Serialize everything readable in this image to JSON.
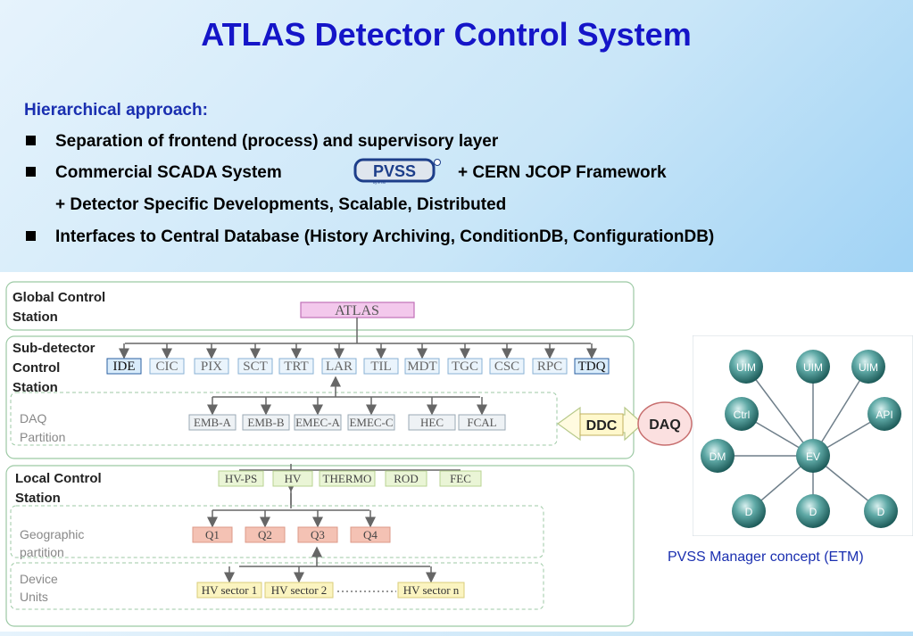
{
  "title": "ATLAS Detector Control System",
  "approach": "Hierarchical approach:",
  "bullets": {
    "b1": "Separation of frontend (process) and supervisory layer",
    "b2a": "Commercial SCADA System",
    "b2b": "+ CERN JCOP Framework",
    "b2c": "+ Detector Specific Developments, Scalable, Distributed",
    "b3": "Interfaces to Central Database (History Archiving, ConditionDB, ConfigurationDB)"
  },
  "pvss_logo": {
    "text": "PVSS",
    "sub": "by ETM"
  },
  "diagram": {
    "levels": {
      "global": [
        "Global Control",
        "Station"
      ],
      "sub": [
        "Sub-detector",
        "Control",
        "Station"
      ],
      "daq": [
        "DAQ",
        "Partition"
      ],
      "local": [
        "Local Control",
        "Station"
      ],
      "geo": [
        "Geographic",
        "partition"
      ],
      "device": [
        "Device",
        "Units"
      ]
    },
    "atlas": "ATLAS",
    "subdetectors": [
      "IDE",
      "CIC",
      "PIX",
      "SCT",
      "TRT",
      "LAR",
      "TIL",
      "MDT",
      "TGC",
      "CSC",
      "RPC",
      "TDQ"
    ],
    "partitions": [
      "EMB-A",
      "EMB-B",
      "EMEC-A",
      "EMEC-C",
      "HEC",
      "FCAL"
    ],
    "local_nodes": [
      "HV-PS",
      "HV",
      "THERMO",
      "ROD",
      "FEC"
    ],
    "quadrants": [
      "Q1",
      "Q2",
      "Q3",
      "Q4"
    ],
    "sectors": [
      "HV sector 1",
      "HV sector 2",
      "HV sector n"
    ],
    "ddc": "DDC",
    "daq": "DAQ"
  },
  "etm": {
    "uim": "UIM",
    "api": "API",
    "ctrl": "Ctrl",
    "dm": "DM",
    "ev": "EV",
    "d": "D",
    "caption": "PVSS Manager concept (ETM)"
  }
}
